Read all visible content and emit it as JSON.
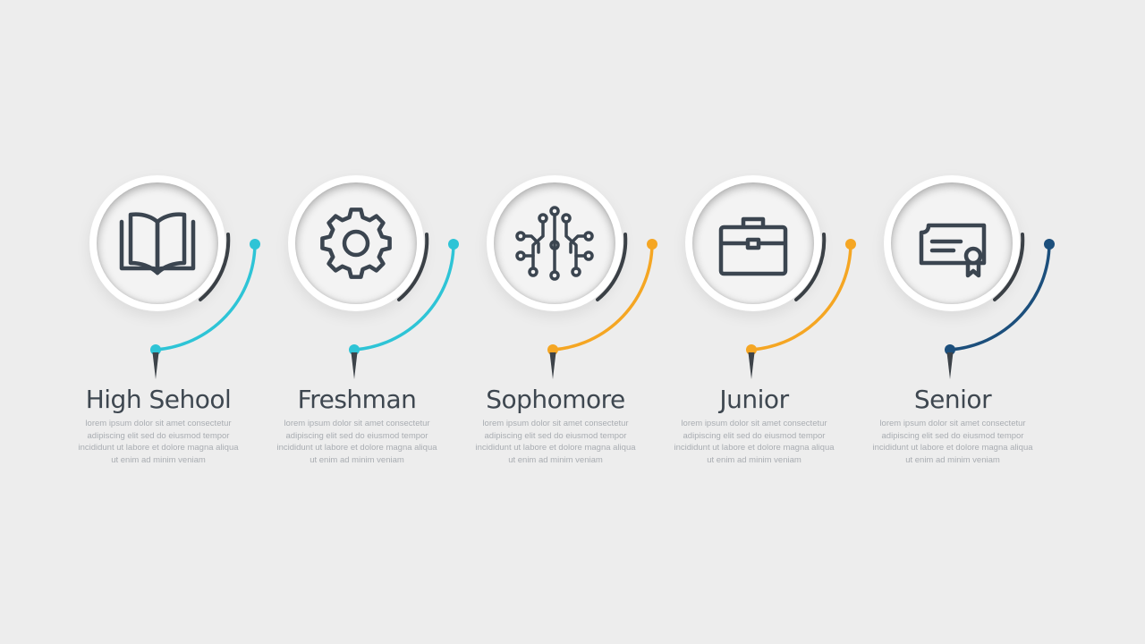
{
  "colors": {
    "background": "#ededed",
    "icon_stroke": "#3b4550",
    "dark_arc": "#3d4349",
    "title": "#3e4750",
    "body_text": "#a9adb2"
  },
  "steps": [
    {
      "title": "High Sehool",
      "icon": "book-icon",
      "accent": "#2ec4d6",
      "body": "lorem ipsum dolor sit amet consectetur adipiscing elit sed do eiusmod tempor incididunt ut labore et dolore magna aliqua ut enim ad minim veniam"
    },
    {
      "title": "Freshman",
      "icon": "gear-icon",
      "accent": "#2ec4d6",
      "body": "lorem ipsum dolor sit amet consectetur adipiscing elit sed do eiusmod tempor incididunt ut labore et dolore magna aliqua ut enim ad minim veniam"
    },
    {
      "title": "Sophomore",
      "icon": "circuit-icon",
      "accent": "#f5a623",
      "body": "lorem ipsum dolor sit amet consectetur adipiscing elit sed do eiusmod tempor incididunt ut labore et dolore magna aliqua ut enim ad minim veniam"
    },
    {
      "title": "Junior",
      "icon": "briefcase-icon",
      "accent": "#f5a623",
      "body": "lorem ipsum dolor sit amet consectetur adipiscing elit sed do eiusmod tempor incididunt ut labore et dolore magna aliqua ut enim ad minim veniam"
    },
    {
      "title": "Senior",
      "icon": "certificate-icon",
      "accent": "#1c4f7c",
      "body": "lorem ipsum dolor sit amet consectetur adipiscing elit sed do eiusmod tempor incididunt ut labore et dolore magna aliqua ut enim ad minim veniam"
    }
  ]
}
